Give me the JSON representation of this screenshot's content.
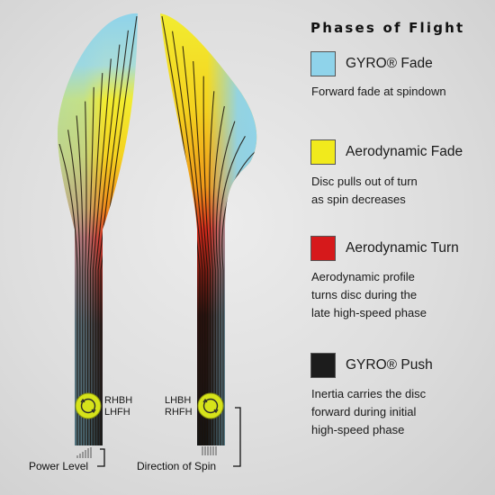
{
  "title": "Phases of Flight",
  "legend": [
    {
      "name": "GYRO® Fade",
      "color": "#8fd3ea",
      "desc": [
        "Forward fade at spindown"
      ]
    },
    {
      "name": "Aerodynamic Fade",
      "color": "#f1ea1c",
      "desc": [
        "Disc pulls out of turn",
        "as spin decreases"
      ]
    },
    {
      "name": "Aerodynamic Turn",
      "color": "#d6191b",
      "desc": [
        "Aerodynamic profile",
        "turns disc during the",
        "late high-speed phase"
      ]
    },
    {
      "name": "GYRO® Push",
      "color": "#1c1c1c",
      "desc": [
        "Inertia carries the disc",
        "forward during initial",
        "high-speed phase"
      ]
    }
  ],
  "left_flight": {
    "label_line1": "RHBH",
    "label_line2": "LHFH",
    "bottom_label": "Power Level"
  },
  "right_flight": {
    "label_line1": "LHBH",
    "label_line2": "RHFH",
    "bottom_label": "Direction of Spin"
  },
  "icons": {
    "disc": "disc-spin-icon",
    "power": "power-level-bars-icon",
    "spin": "spin-direction-icon"
  }
}
